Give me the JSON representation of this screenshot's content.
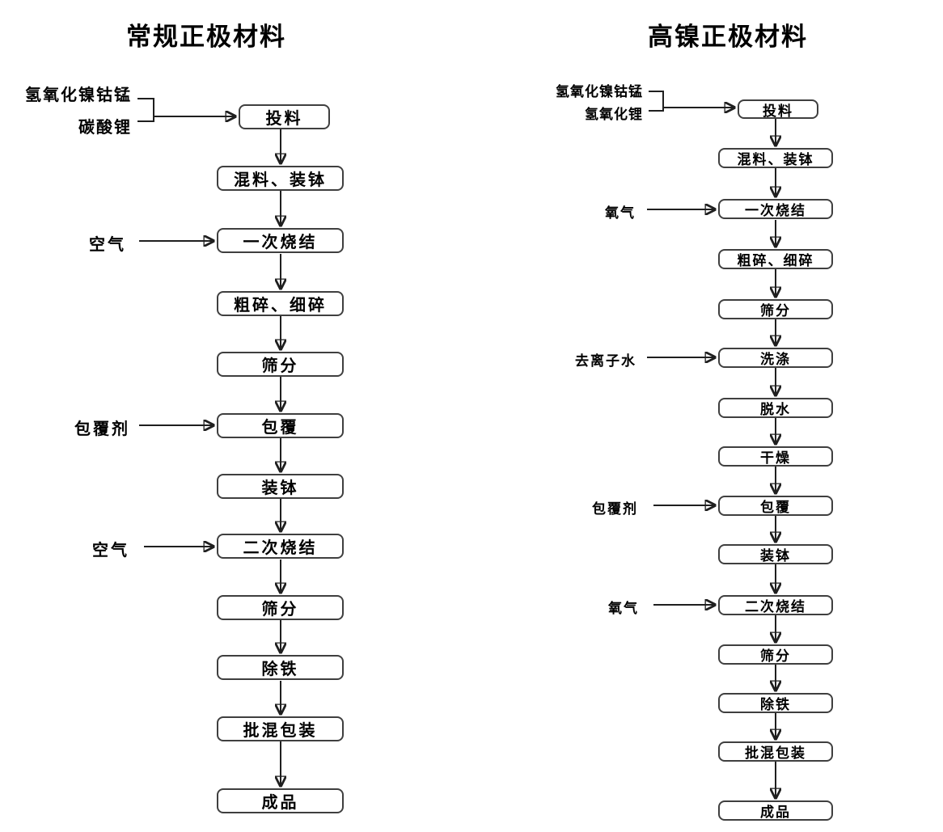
{
  "flow": {
    "left": {
      "title": "常规正极材料",
      "inputs": [
        "氢氧化镍钴锰",
        "碳酸锂"
      ],
      "steps": [
        "投料",
        "混料、装钵",
        "一次烧结",
        "粗碎、细碎",
        "筛分",
        "包覆",
        "装钵",
        "二次烧结",
        "筛分",
        "除铁",
        "批混包装",
        "成品"
      ],
      "side_inputs": [
        {
          "label": "空气",
          "points_to": "一次烧结"
        },
        {
          "label": "包覆剂",
          "points_to": "包覆"
        },
        {
          "label": "空气",
          "points_to": "二次烧结"
        }
      ]
    },
    "right": {
      "title": "高镍正极材料",
      "inputs": [
        "氢氧化镍钴锰",
        "氢氧化锂"
      ],
      "steps": [
        "投料",
        "混料、装钵",
        "一次烧结",
        "粗碎、细碎",
        "筛分",
        "洗涤",
        "脱水",
        "干燥",
        "包覆",
        "装钵",
        "二次烧结",
        "筛分",
        "除铁",
        "批混包装",
        "成品"
      ],
      "side_inputs": [
        {
          "label": "氧气",
          "points_to": "一次烧结"
        },
        {
          "label": "去离子水",
          "points_to": "洗涤"
        },
        {
          "label": "包覆剂",
          "points_to": "包覆"
        },
        {
          "label": "氧气",
          "points_to": "二次烧结"
        }
      ]
    },
    "colors": {
      "line": "#1f1f1f",
      "box_border": "#3f3f3f",
      "box_fill": "#ffffff",
      "text": "#000000",
      "background": "#ffffff"
    }
  }
}
